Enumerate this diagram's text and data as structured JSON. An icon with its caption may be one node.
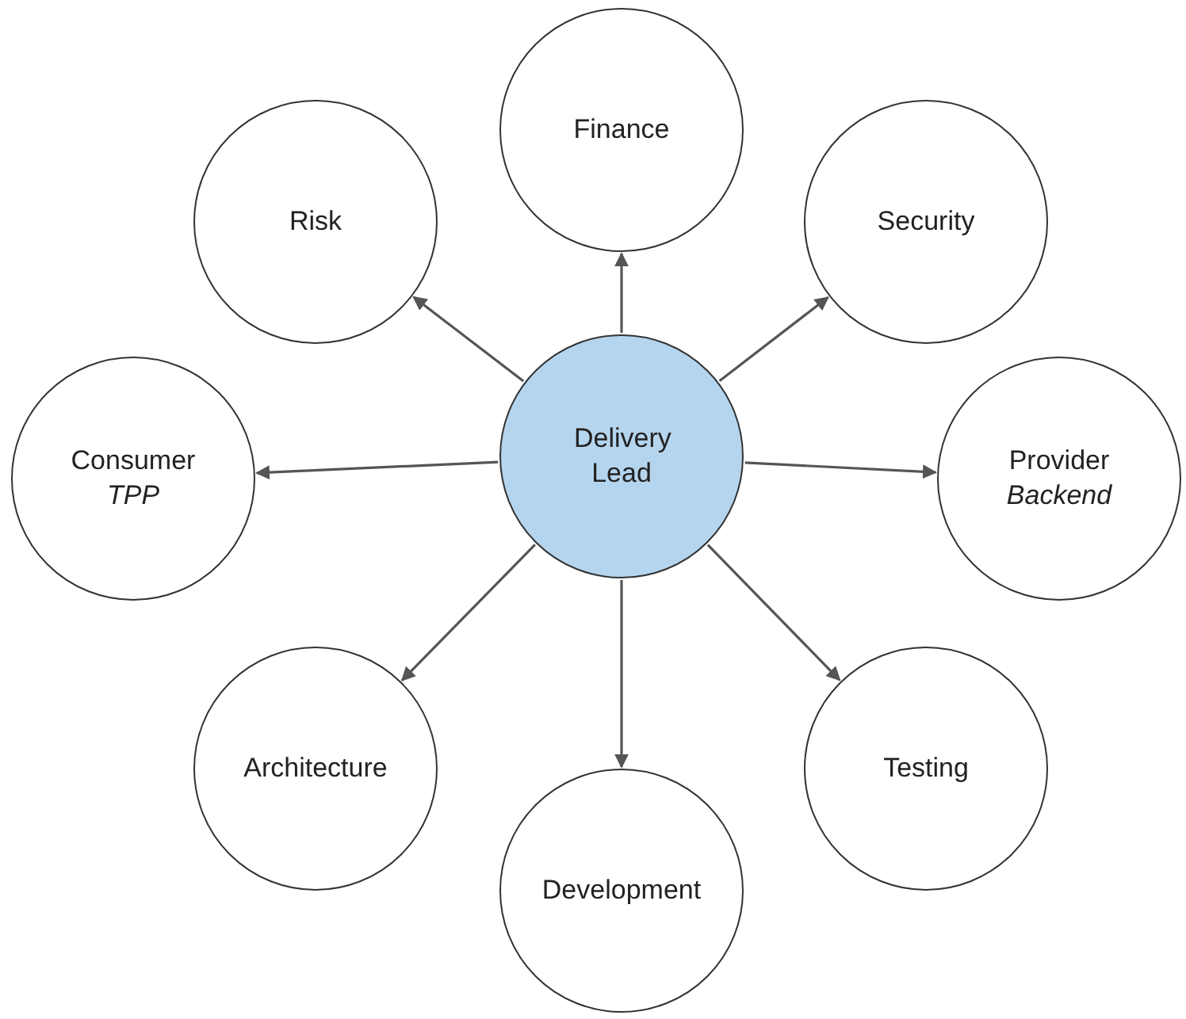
{
  "diagram": {
    "nodes": [
      {
        "text": [
          "Finance"
        ]
      },
      {
        "text": [
          "Risk"
        ]
      },
      {
        "text": [
          "Security"
        ]
      },
      {
        "text": [
          "Delivery Lead"
        ]
      },
      {
        "text": [
          "Consumer",
          "TPP"
        ]
      },
      {
        "text": [
          "Provider",
          "Backend"
        ]
      },
      {
        "text": [
          "Architecture"
        ]
      },
      {
        "text": [
          "Testing"
        ]
      },
      {
        "text": [
          "Development"
        ]
      }
    ],
    "edges": [
      {
        "from": 3,
        "to": 0,
        "arrow": "to"
      },
      {
        "from": 3,
        "to": 1,
        "arrow": "to"
      },
      {
        "from": 3,
        "to": 2,
        "arrow": "to"
      },
      {
        "from": 3,
        "to": 4,
        "arrow": "to"
      },
      {
        "from": 3,
        "to": 5,
        "arrow": "to"
      },
      {
        "from": 3,
        "to": 6,
        "arrow": "to"
      },
      {
        "from": 3,
        "to": 7,
        "arrow": "to"
      },
      {
        "from": 3,
        "to": 8,
        "arrow": "to"
      }
    ]
  }
}
